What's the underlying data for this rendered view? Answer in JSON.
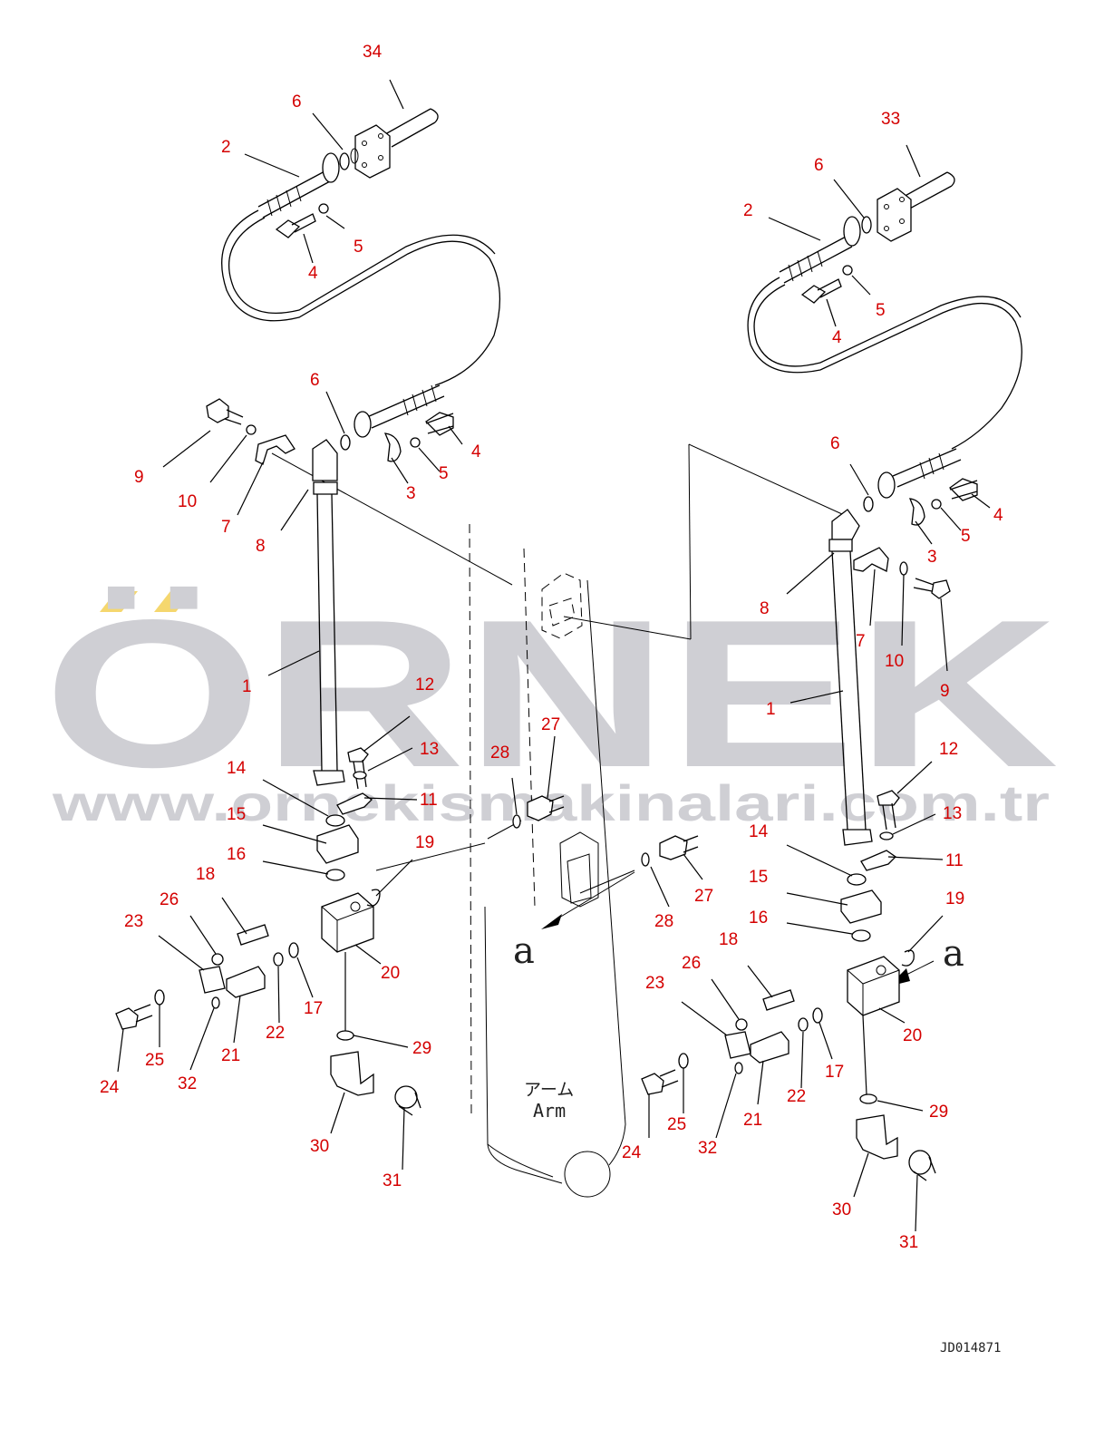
{
  "watermark": {
    "brand": "ÖRNEK",
    "url": "www.ornekismakinalari.com.tr",
    "accent_color": "#f5d76e",
    "text_color": "#cfcfd4"
  },
  "labels": {
    "arm_jp": "アーム",
    "arm_en": "Arm",
    "view_marker": "a",
    "drawing_code": "JD014871"
  },
  "callout_color": "#d40000",
  "callouts": [
    {
      "id": "34-left",
      "text": "34"
    },
    {
      "id": "6-left-top",
      "text": "6"
    },
    {
      "id": "2-left",
      "text": "2"
    },
    {
      "id": "5-left-top",
      "text": "5"
    },
    {
      "id": "4-left-top",
      "text": "4"
    },
    {
      "id": "6-left-mid",
      "text": "6"
    },
    {
      "id": "4-left-mid",
      "text": "4"
    },
    {
      "id": "5-left-mid",
      "text": "5"
    },
    {
      "id": "3-left",
      "text": "3"
    },
    {
      "id": "9-left",
      "text": "9"
    },
    {
      "id": "10-left",
      "text": "10"
    },
    {
      "id": "7-left",
      "text": "7"
    },
    {
      "id": "8-left",
      "text": "8"
    },
    {
      "id": "1-left",
      "text": "1"
    },
    {
      "id": "12-left",
      "text": "12"
    },
    {
      "id": "13-left",
      "text": "13"
    },
    {
      "id": "14-left",
      "text": "14"
    },
    {
      "id": "11-left",
      "text": "11"
    },
    {
      "id": "15-left",
      "text": "15"
    },
    {
      "id": "16-left",
      "text": "16"
    },
    {
      "id": "19-left",
      "text": "19"
    },
    {
      "id": "18-left",
      "text": "18"
    },
    {
      "id": "26-left",
      "text": "26"
    },
    {
      "id": "23-left",
      "text": "23"
    },
    {
      "id": "20-left",
      "text": "20"
    },
    {
      "id": "17-left",
      "text": "17"
    },
    {
      "id": "22-left",
      "text": "22"
    },
    {
      "id": "21-left",
      "text": "21"
    },
    {
      "id": "25-left",
      "text": "25"
    },
    {
      "id": "24-left",
      "text": "24"
    },
    {
      "id": "32-left",
      "text": "32"
    },
    {
      "id": "29-left",
      "text": "29"
    },
    {
      "id": "30-left",
      "text": "30"
    },
    {
      "id": "31-left",
      "text": "31"
    },
    {
      "id": "28-center",
      "text": "28"
    },
    {
      "id": "27-center",
      "text": "27"
    },
    {
      "id": "27-right",
      "text": "27"
    },
    {
      "id": "28-right",
      "text": "28"
    },
    {
      "id": "33-right",
      "text": "33"
    },
    {
      "id": "6-right-top",
      "text": "6"
    },
    {
      "id": "2-right",
      "text": "2"
    },
    {
      "id": "5-right-top",
      "text": "5"
    },
    {
      "id": "4-right-top",
      "text": "4"
    },
    {
      "id": "6-right-mid",
      "text": "6"
    },
    {
      "id": "4-right-mid",
      "text": "4"
    },
    {
      "id": "5-right-mid",
      "text": "5"
    },
    {
      "id": "3-right",
      "text": "3"
    },
    {
      "id": "8-right",
      "text": "8"
    },
    {
      "id": "7-right",
      "text": "7"
    },
    {
      "id": "10-right",
      "text": "10"
    },
    {
      "id": "9-right",
      "text": "9"
    },
    {
      "id": "1-right",
      "text": "1"
    },
    {
      "id": "12-right",
      "text": "12"
    },
    {
      "id": "13-right",
      "text": "13"
    },
    {
      "id": "14-right",
      "text": "14"
    },
    {
      "id": "11-right",
      "text": "11"
    },
    {
      "id": "15-right",
      "text": "15"
    },
    {
      "id": "19-right",
      "text": "19"
    },
    {
      "id": "16-right",
      "text": "16"
    },
    {
      "id": "18-right",
      "text": "18"
    },
    {
      "id": "26-right",
      "text": "26"
    },
    {
      "id": "23-right",
      "text": "23"
    },
    {
      "id": "20-right",
      "text": "20"
    },
    {
      "id": "17-right",
      "text": "17"
    },
    {
      "id": "22-right",
      "text": "22"
    },
    {
      "id": "29-right",
      "text": "29"
    },
    {
      "id": "21-right",
      "text": "21"
    },
    {
      "id": "25-right",
      "text": "25"
    },
    {
      "id": "24-right",
      "text": "24"
    },
    {
      "id": "32-right",
      "text": "32"
    },
    {
      "id": "30-right",
      "text": "30"
    },
    {
      "id": "31-right",
      "text": "31"
    }
  ]
}
